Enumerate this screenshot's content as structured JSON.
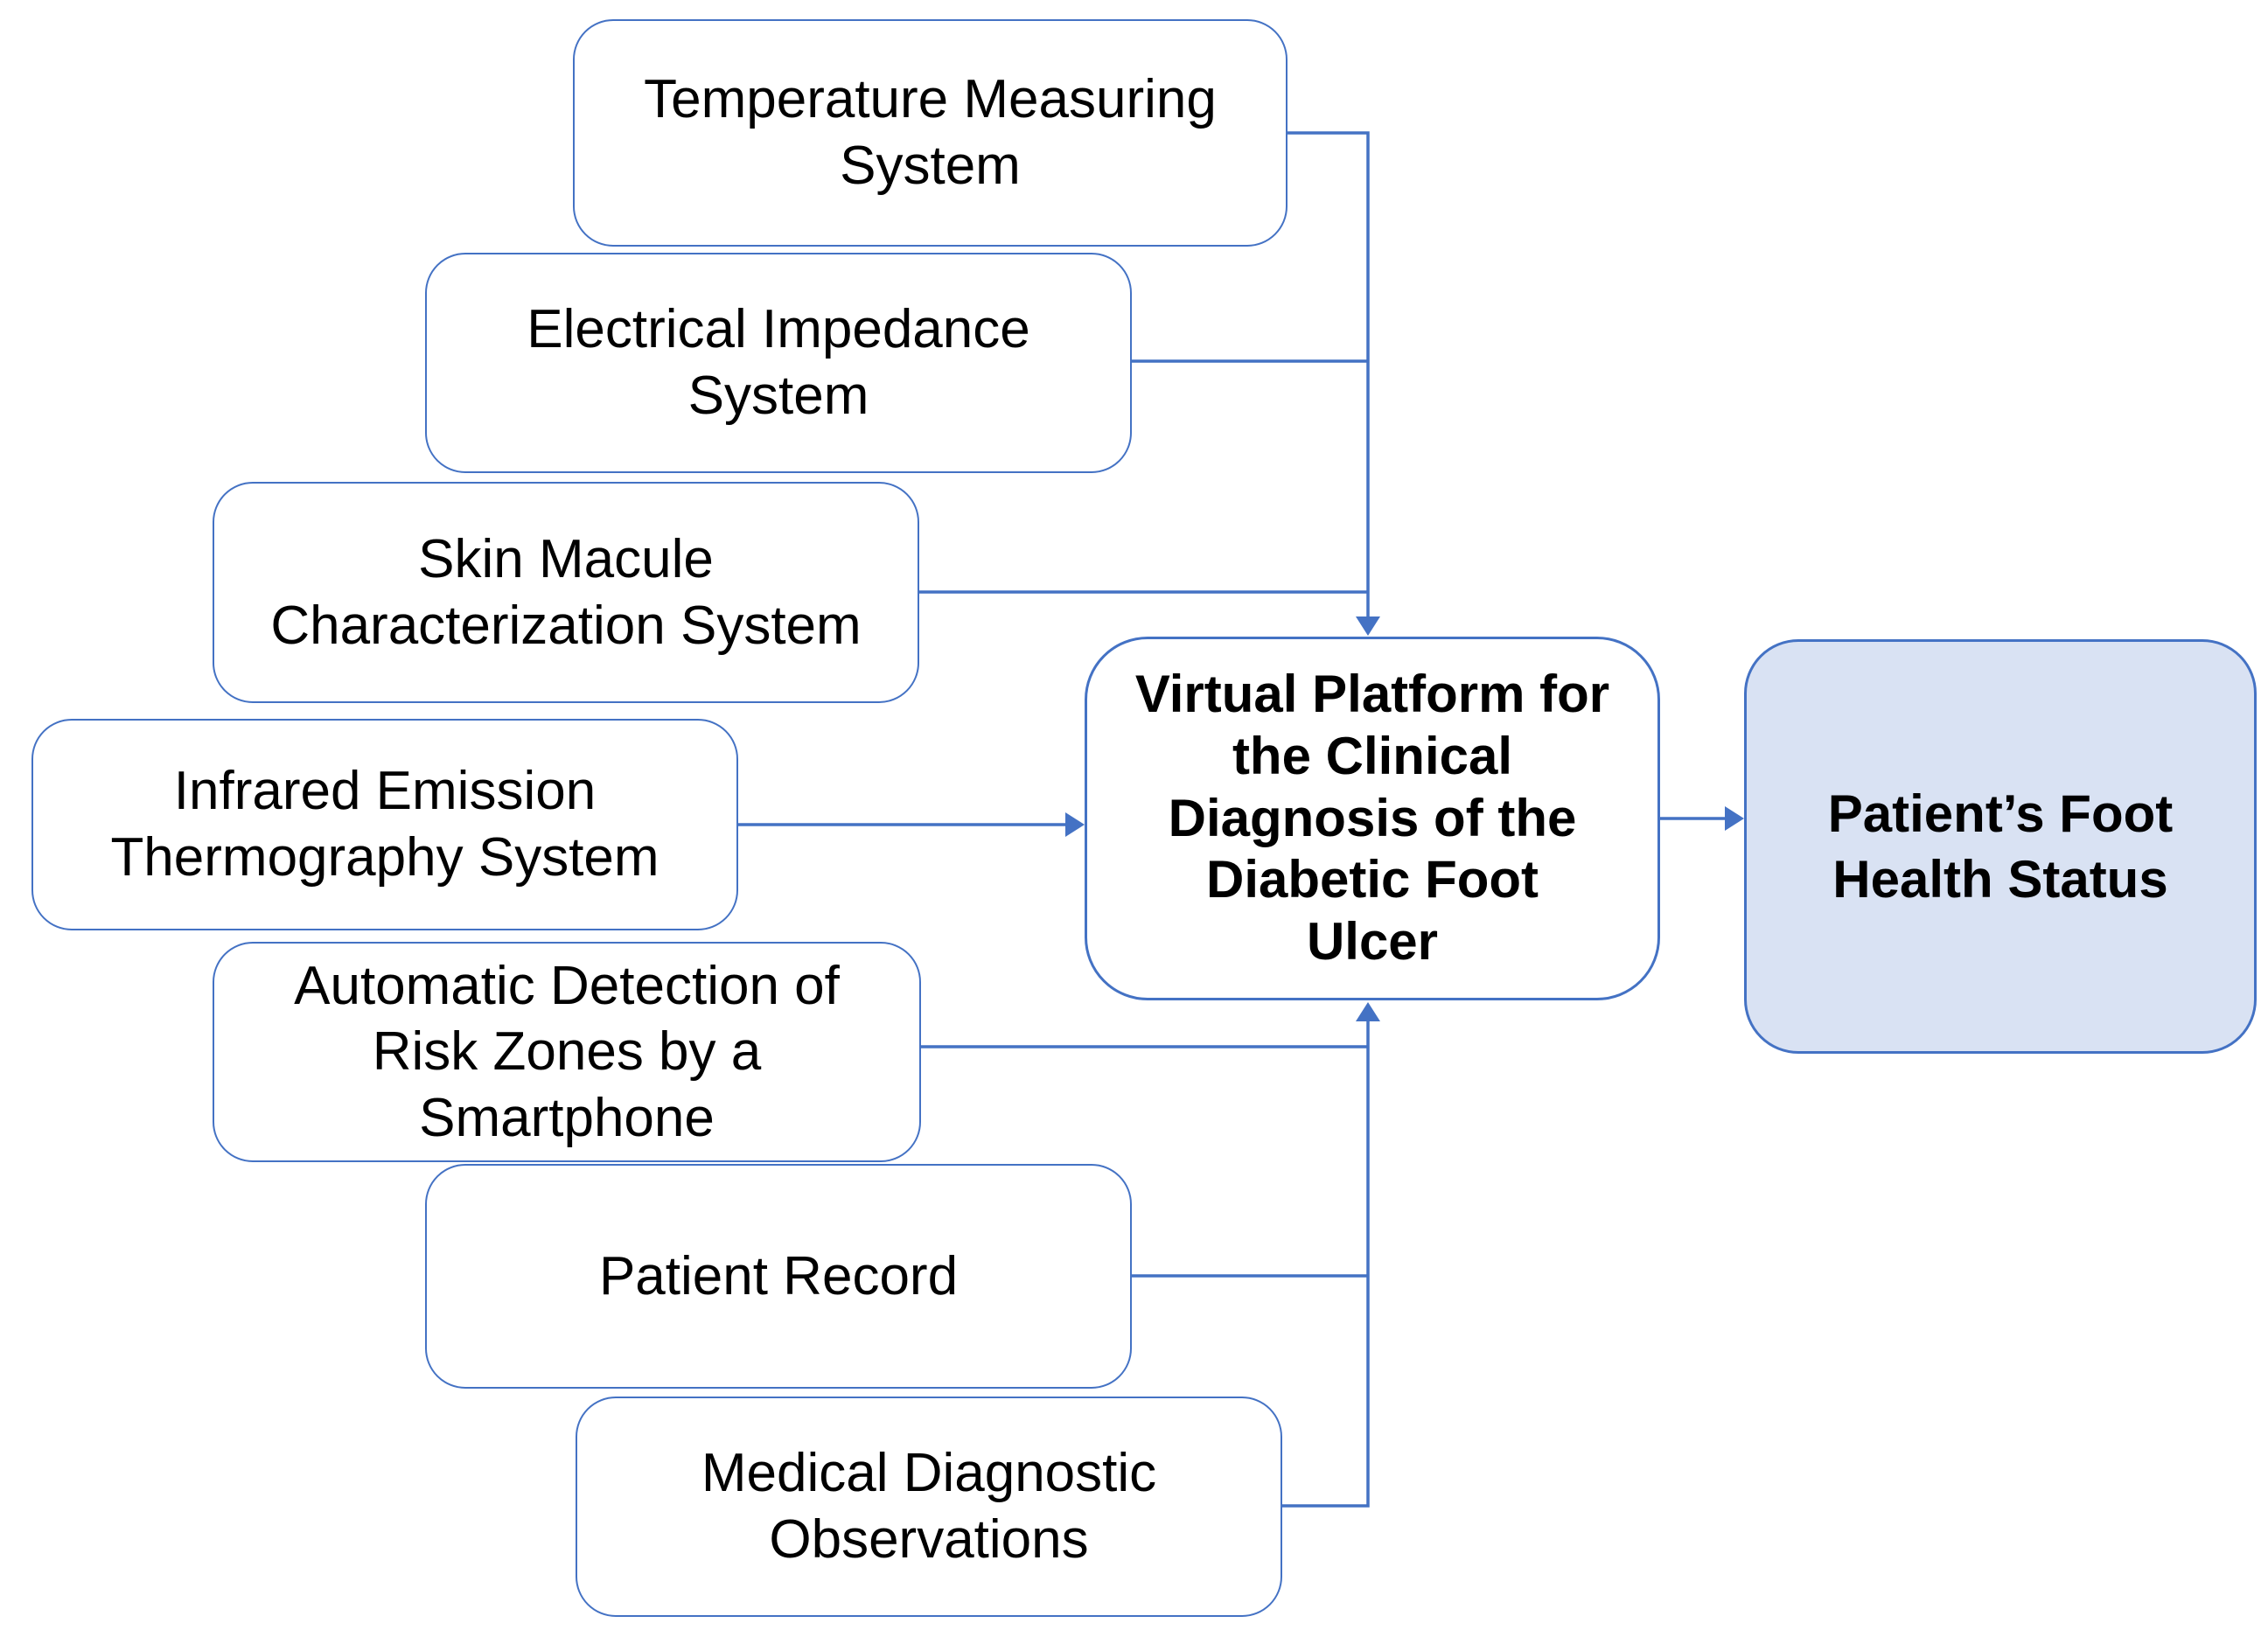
{
  "diagram": {
    "type": "flowchart",
    "colors": {
      "node_border": "#4472C4",
      "connector": "#4472C4",
      "node_fill": "#FFFFFF",
      "highlight_fill": "#D9E2F3",
      "text": "#000000",
      "background": "#FFFFFF"
    },
    "nodes": [
      {
        "id": "temperature-measuring-system",
        "label": "Temperature Measuring\nSystem",
        "bold": false,
        "filled": false
      },
      {
        "id": "electrical-impedance-system",
        "label": "Electrical Impedance\nSystem",
        "bold": false,
        "filled": false
      },
      {
        "id": "skin-macule-characterization-system",
        "label": "Skin Macule\nCharacterization System",
        "bold": false,
        "filled": false
      },
      {
        "id": "infrared-emission-thermography-system",
        "label": "Infrared Emission\nThermography System",
        "bold": false,
        "filled": false
      },
      {
        "id": "automatic-detection-of-risk-zones-by-a-smartphone",
        "label": "Automatic Detection of\nRisk Zones by a\nSmartphone",
        "bold": false,
        "filled": false
      },
      {
        "id": "patient-record",
        "label": "Patient Record",
        "bold": false,
        "filled": false
      },
      {
        "id": "medical-diagnostic-observations",
        "label": "Medical Diagnostic\nObservations",
        "bold": false,
        "filled": false
      },
      {
        "id": "virtual-platform",
        "label": "Virtual Platform for\nthe Clinical\nDiagnosis of the\nDiabetic Foot\nUlcer",
        "bold": true,
        "filled": false
      },
      {
        "id": "patient-foot-health-status",
        "label": "Patient’s Foot\nHealth Status",
        "bold": true,
        "filled": true
      }
    ],
    "edges": [
      {
        "from": "temperature-measuring-system",
        "to": "virtual-platform",
        "arrowhead": "into platform top"
      },
      {
        "from": "electrical-impedance-system",
        "to": "virtual-platform",
        "arrowhead": "into platform top"
      },
      {
        "from": "skin-macule-characterization-system",
        "to": "virtual-platform",
        "arrowhead": "into platform top"
      },
      {
        "from": "infrared-emission-thermography-system",
        "to": "virtual-platform",
        "arrowhead": "into platform left"
      },
      {
        "from": "automatic-detection-of-risk-zones-by-a-smartphone",
        "to": "virtual-platform",
        "arrowhead": "into platform bottom"
      },
      {
        "from": "patient-record",
        "to": "virtual-platform",
        "arrowhead": "into platform bottom"
      },
      {
        "from": "medical-diagnostic-observations",
        "to": "virtual-platform",
        "arrowhead": "into platform bottom"
      },
      {
        "from": "virtual-platform",
        "to": "patient-foot-health-status",
        "arrowhead": "into status left"
      }
    ]
  }
}
